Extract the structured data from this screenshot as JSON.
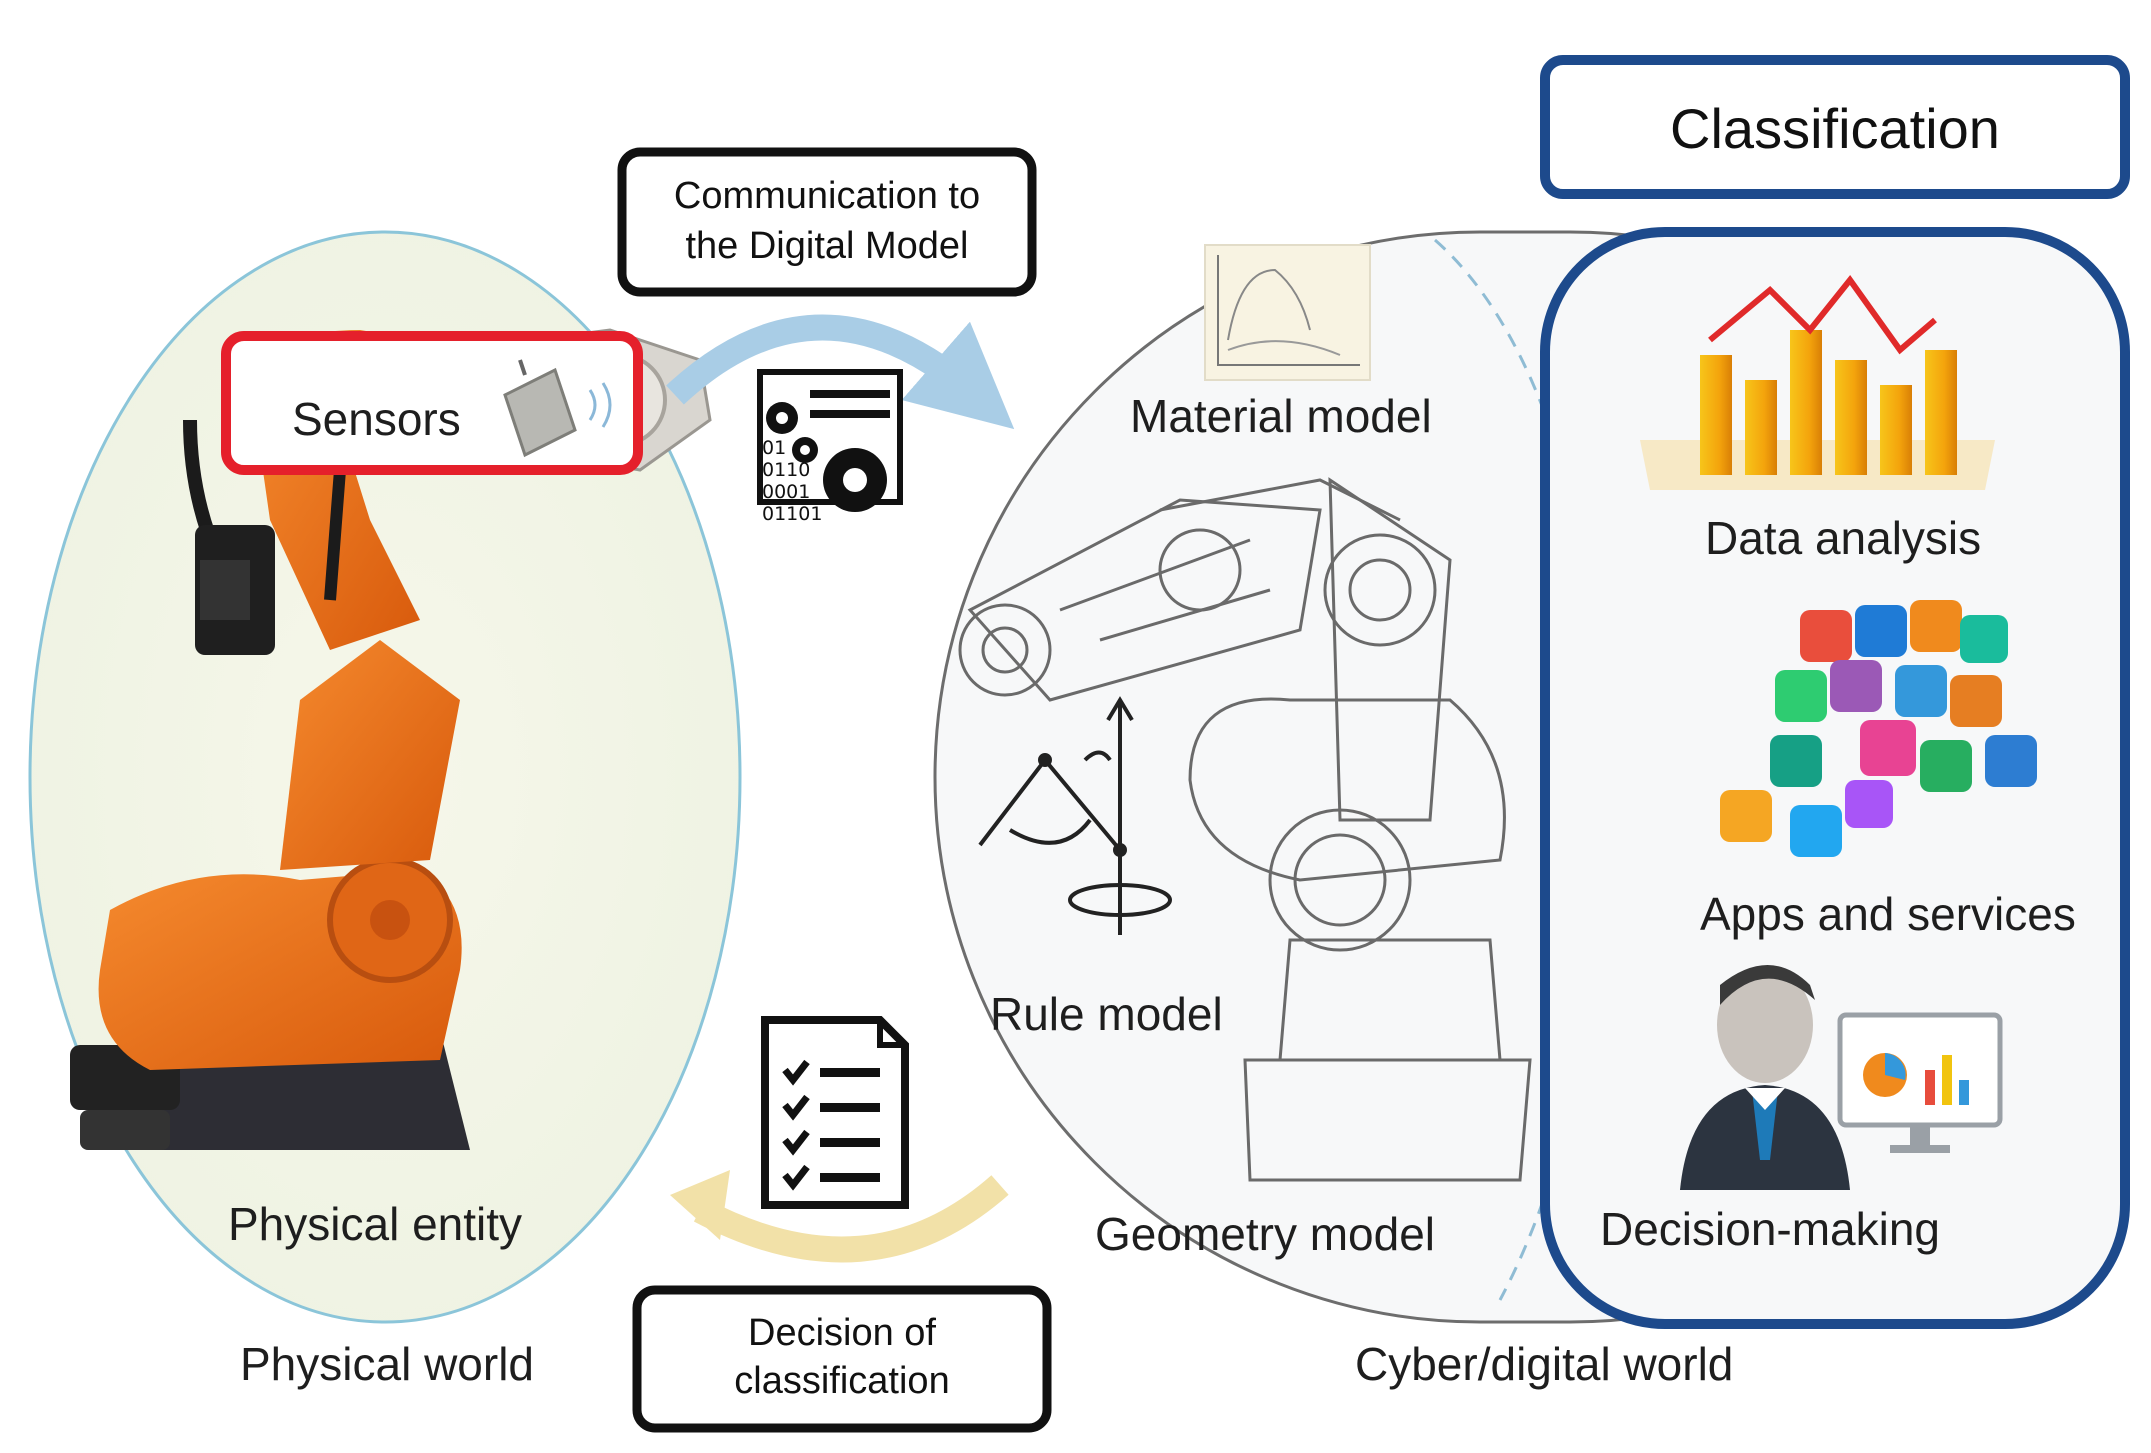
{
  "diagram": {
    "classification_title": "Classification",
    "communication_box": [
      "Communication to",
      "the Digital Model"
    ],
    "decision_box": [
      "Decision of",
      "classification"
    ],
    "physical": {
      "sensors_label": "Sensors",
      "entity_label": "Physical entity",
      "world_label": "Physical world"
    },
    "cyber": {
      "material_label": "Material model",
      "rule_label": "Rule model",
      "geometry_label": "Geometry model",
      "world_label": "Cyber/digital world"
    },
    "classification_items": [
      "Data analysis",
      "Apps and services",
      "Decision-making"
    ],
    "binary_code": [
      "01",
      "0110",
      "0001",
      "01101"
    ],
    "colors": {
      "sensor_box": "#e5202b",
      "classification_blue": "#1d4a8c",
      "robot_orange": "#ee7118",
      "physical_oval": "#8bc5d9",
      "arrow_top": "#a9cde6",
      "arrow_bottom": "#f2e1a8"
    },
    "icons": [
      "gears-data-icon",
      "checklist-icon",
      "bar-chart-icon",
      "app-icons-cluster",
      "businessman-icon",
      "monitor-icon",
      "sensor-device-icon"
    ]
  }
}
